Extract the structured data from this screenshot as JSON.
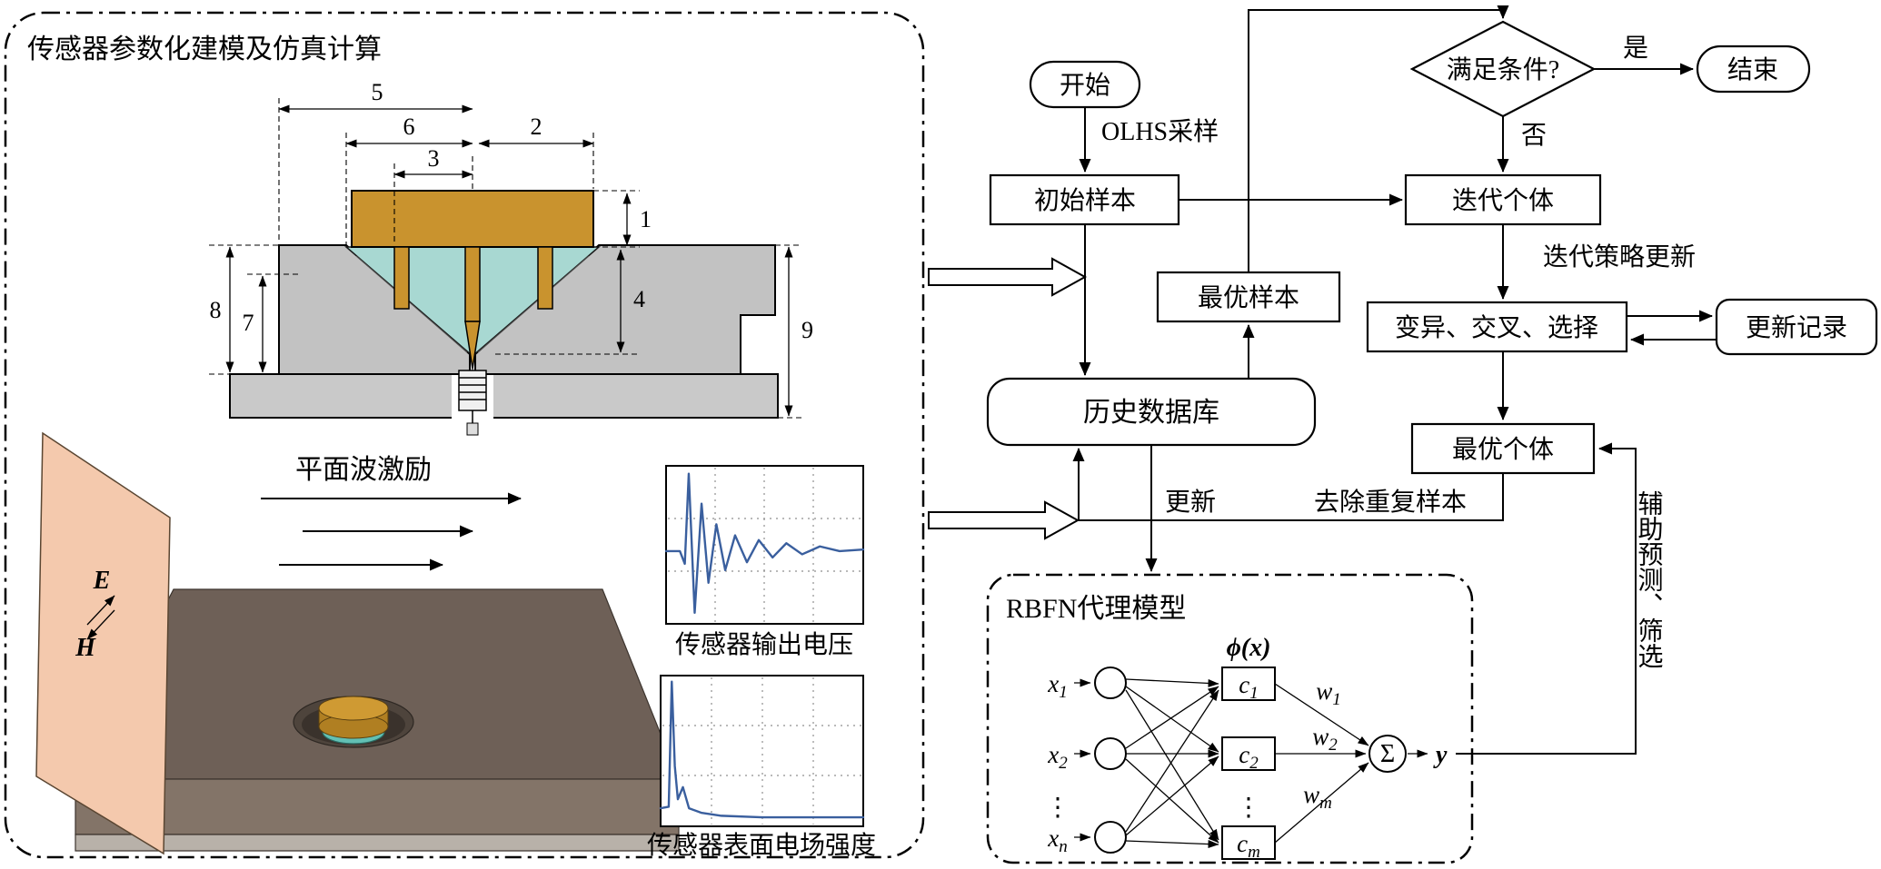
{
  "left_panel": {
    "title": "传感器参数化建模及仿真计算",
    "dims": {
      "d1": "1",
      "d2": "2",
      "d3": "3",
      "d4": "4",
      "d5": "5",
      "d6": "6",
      "d7": "7",
      "d8": "8",
      "d9": "9"
    },
    "plane_wave_label": "平面波激励",
    "e_field": "E",
    "h_field": "H",
    "plots": [
      {
        "label": "传感器输出电压",
        "points": [
          [
            0.0,
            0.54
          ],
          [
            0.07,
            0.54
          ],
          [
            0.095,
            0.62
          ],
          [
            0.115,
            0.05
          ],
          [
            0.145,
            0.93
          ],
          [
            0.18,
            0.24
          ],
          [
            0.215,
            0.74
          ],
          [
            0.255,
            0.37
          ],
          [
            0.3,
            0.66
          ],
          [
            0.35,
            0.44
          ],
          [
            0.41,
            0.61
          ],
          [
            0.47,
            0.47
          ],
          [
            0.54,
            0.58
          ],
          [
            0.61,
            0.49
          ],
          [
            0.69,
            0.56
          ],
          [
            0.78,
            0.51
          ],
          [
            0.88,
            0.54
          ],
          [
            1.0,
            0.53
          ]
        ]
      },
      {
        "label": "传感器表面电场强度",
        "points": [
          [
            0.0,
            0.88
          ],
          [
            0.04,
            0.87
          ],
          [
            0.055,
            0.04
          ],
          [
            0.07,
            0.6
          ],
          [
            0.085,
            0.82
          ],
          [
            0.11,
            0.74
          ],
          [
            0.14,
            0.88
          ],
          [
            0.2,
            0.91
          ],
          [
            0.3,
            0.93
          ],
          [
            0.5,
            0.94
          ],
          [
            0.75,
            0.94
          ],
          [
            1.0,
            0.94
          ]
        ]
      }
    ]
  },
  "flowchart": {
    "start": "开始",
    "olhs": "OLHS采样",
    "initial_sample": "初始样本",
    "condition": "满足条件?",
    "yes": "是",
    "no": "否",
    "end": "结束",
    "iter_individual": "迭代个体",
    "iter_strategy": "迭代策略更新",
    "mutation": "变异、交叉、选择",
    "update_record": "更新记录",
    "best_individual": "最优个体",
    "best_sample": "最优样本",
    "history_db": "历史数据库",
    "update": "更新",
    "dedup": "去除重复样本",
    "assist": "辅助预测、筛选"
  },
  "rbfn": {
    "title": "RBFN代理模型",
    "phi": "ϕ(x)",
    "inputs": [
      {
        "base": "x",
        "sub": "1"
      },
      {
        "base": "x",
        "sub": "2"
      },
      {
        "base": "x",
        "sub": "n"
      }
    ],
    "hidden": [
      {
        "base": "c",
        "sub": "1"
      },
      {
        "base": "c",
        "sub": "2"
      },
      {
        "base": "c",
        "sub": "m"
      }
    ],
    "weights": [
      {
        "base": "w",
        "sub": "1"
      },
      {
        "base": "w",
        "sub": "2"
      },
      {
        "base": "w",
        "sub": "m"
      }
    ],
    "dots": "⋮",
    "sum": "Σ",
    "output": "y"
  },
  "colors": {
    "gold": "#c9932e",
    "gold_dark": "#b07f22",
    "gold_light": "#cf9a33",
    "teal": "#a8d8d2",
    "housing": "#c2c2c2",
    "base": "#c9c9c9",
    "plane": "#f4c9ad",
    "slab_top": "#6e6057",
    "slab_front": "#837468",
    "slab_bottom": "#b8b1a9",
    "hole": "#4e443c",
    "hole_inner": "#3a322c",
    "sensor_teal": "#62c0b4",
    "wave": "#3a5f9e"
  }
}
